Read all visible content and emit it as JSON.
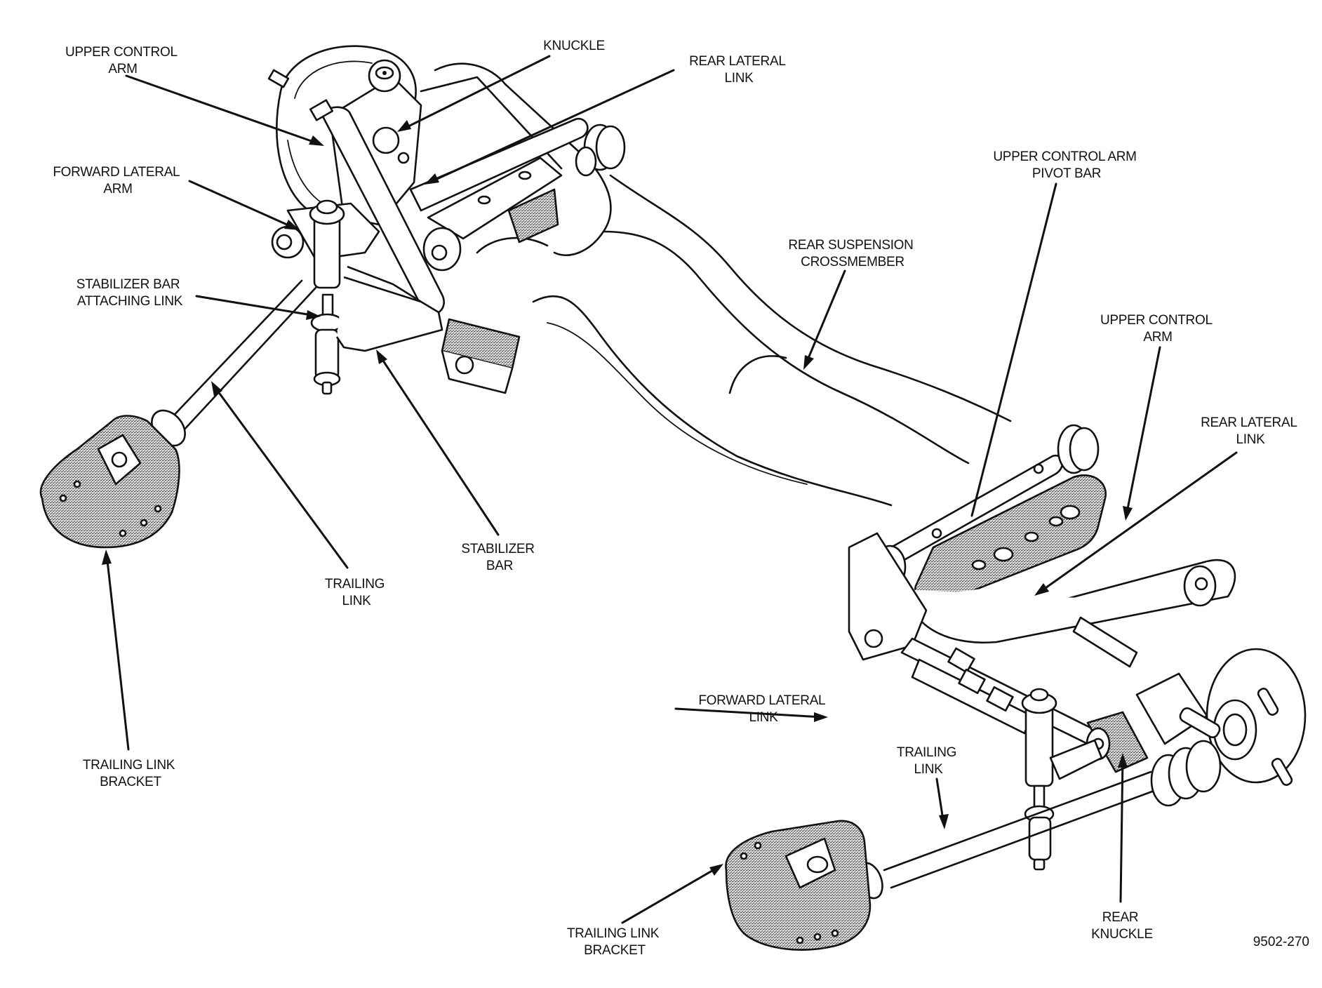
{
  "figure": {
    "title": "Rear Suspension Components",
    "figure_number": "9502-270",
    "colors": {
      "ink": "#111111",
      "paper": "#ffffff",
      "stipple": "#8a8a8a"
    }
  },
  "labels": {
    "upper_control_arm_left": {
      "line1": "UPPER CONTROL",
      "line2": "ARM"
    },
    "knuckle": {
      "line1": "KNUCKLE"
    },
    "rear_lateral_link_left": {
      "line1": "REAR LATERAL",
      "line2": "LINK"
    },
    "forward_lateral_arm": {
      "line1": "FORWARD LATERAL",
      "line2": "ARM"
    },
    "stabilizer_bar_attaching_link": {
      "line1": "STABILIZER BAR",
      "line2": "ATTACHING LINK"
    },
    "upper_control_arm_pivot_bar": {
      "line1": "UPPER CONTROL ARM",
      "line2": "PIVOT BAR"
    },
    "rear_suspension_crossmember": {
      "line1": "REAR SUSPENSION",
      "line2": "CROSSMEMBER"
    },
    "upper_control_arm_right": {
      "line1": "UPPER CONTROL",
      "line2": "ARM"
    },
    "rear_lateral_link_right": {
      "line1": "REAR LATERAL",
      "line2": "LINK"
    },
    "stabilizer_bar": {
      "line1": "STABILIZER",
      "line2": "BAR"
    },
    "trailing_link_left": {
      "line1": "TRAILING",
      "line2": "LINK"
    },
    "trailing_link_bracket_left": {
      "line1": "TRAILING LINK",
      "line2": "BRACKET"
    },
    "forward_lateral_link": {
      "line1": "FORWARD LATERAL",
      "line2": "LINK"
    },
    "trailing_link_right": {
      "line1": "TRAILING",
      "line2": "LINK"
    },
    "trailing_link_bracket_right": {
      "line1": "TRAILING LINK",
      "line2": "BRACKET"
    },
    "rear_knuckle": {
      "line1": "REAR",
      "line2": "KNUCKLE"
    }
  }
}
